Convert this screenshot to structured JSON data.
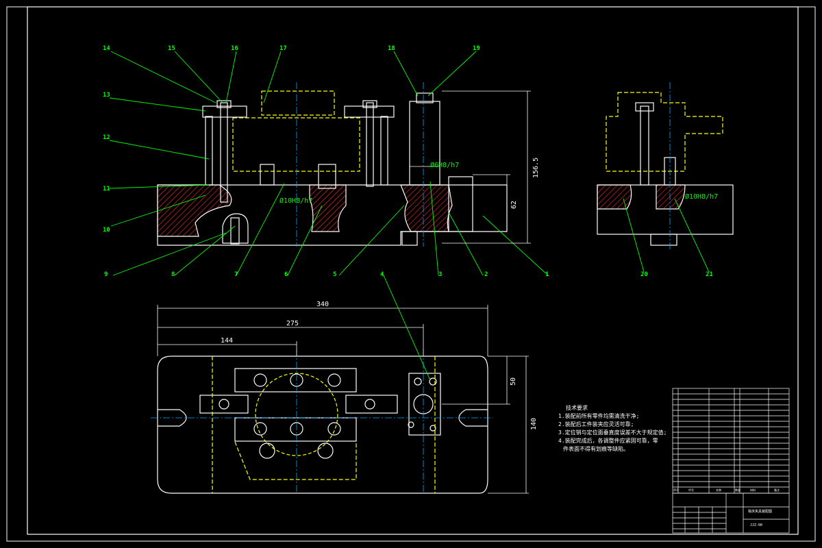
{
  "colors": {
    "background": "#000000",
    "outline": "#ffffff",
    "leader": "#00ff00",
    "hatch": "#ff3030",
    "centerline": "#00aaff",
    "hidden": "#ffff00"
  },
  "part_labels": [
    "1",
    "2",
    "3",
    "4",
    "5",
    "6",
    "7",
    "8",
    "9",
    "10",
    "11",
    "12",
    "13",
    "14",
    "15",
    "16",
    "17",
    "18",
    "19",
    "20",
    "21"
  ],
  "dimensions": {
    "fit_6": "Ø6H8/h7",
    "fit_10": "Ø10H8/h7",
    "fit_10_side": "Ø10H8/h7",
    "height_total": "156.5",
    "height_base": "62",
    "len_340": "340",
    "len_275": "275",
    "len_144": "144",
    "width_50": "50",
    "width_140": "140"
  },
  "tech_req": {
    "title": "技术要求",
    "items": [
      "1.装配前所有零件均需清洗干净;",
      "2.装配后工件装夹应灵活可靠;",
      "3.定位销与定位面垂直度误差不大于规定值;",
      "4.装配完成后，各调整件应紧固可靠，零",
      "件表面不得有划痕等缺陷。"
    ]
  },
  "title_block": {
    "drawing_name": "铣床夹具装配图",
    "drawing_no": "JJZ-00",
    "col_headers": [
      "序号",
      "代号",
      "名称",
      "数量",
      "材料",
      "备注"
    ]
  }
}
